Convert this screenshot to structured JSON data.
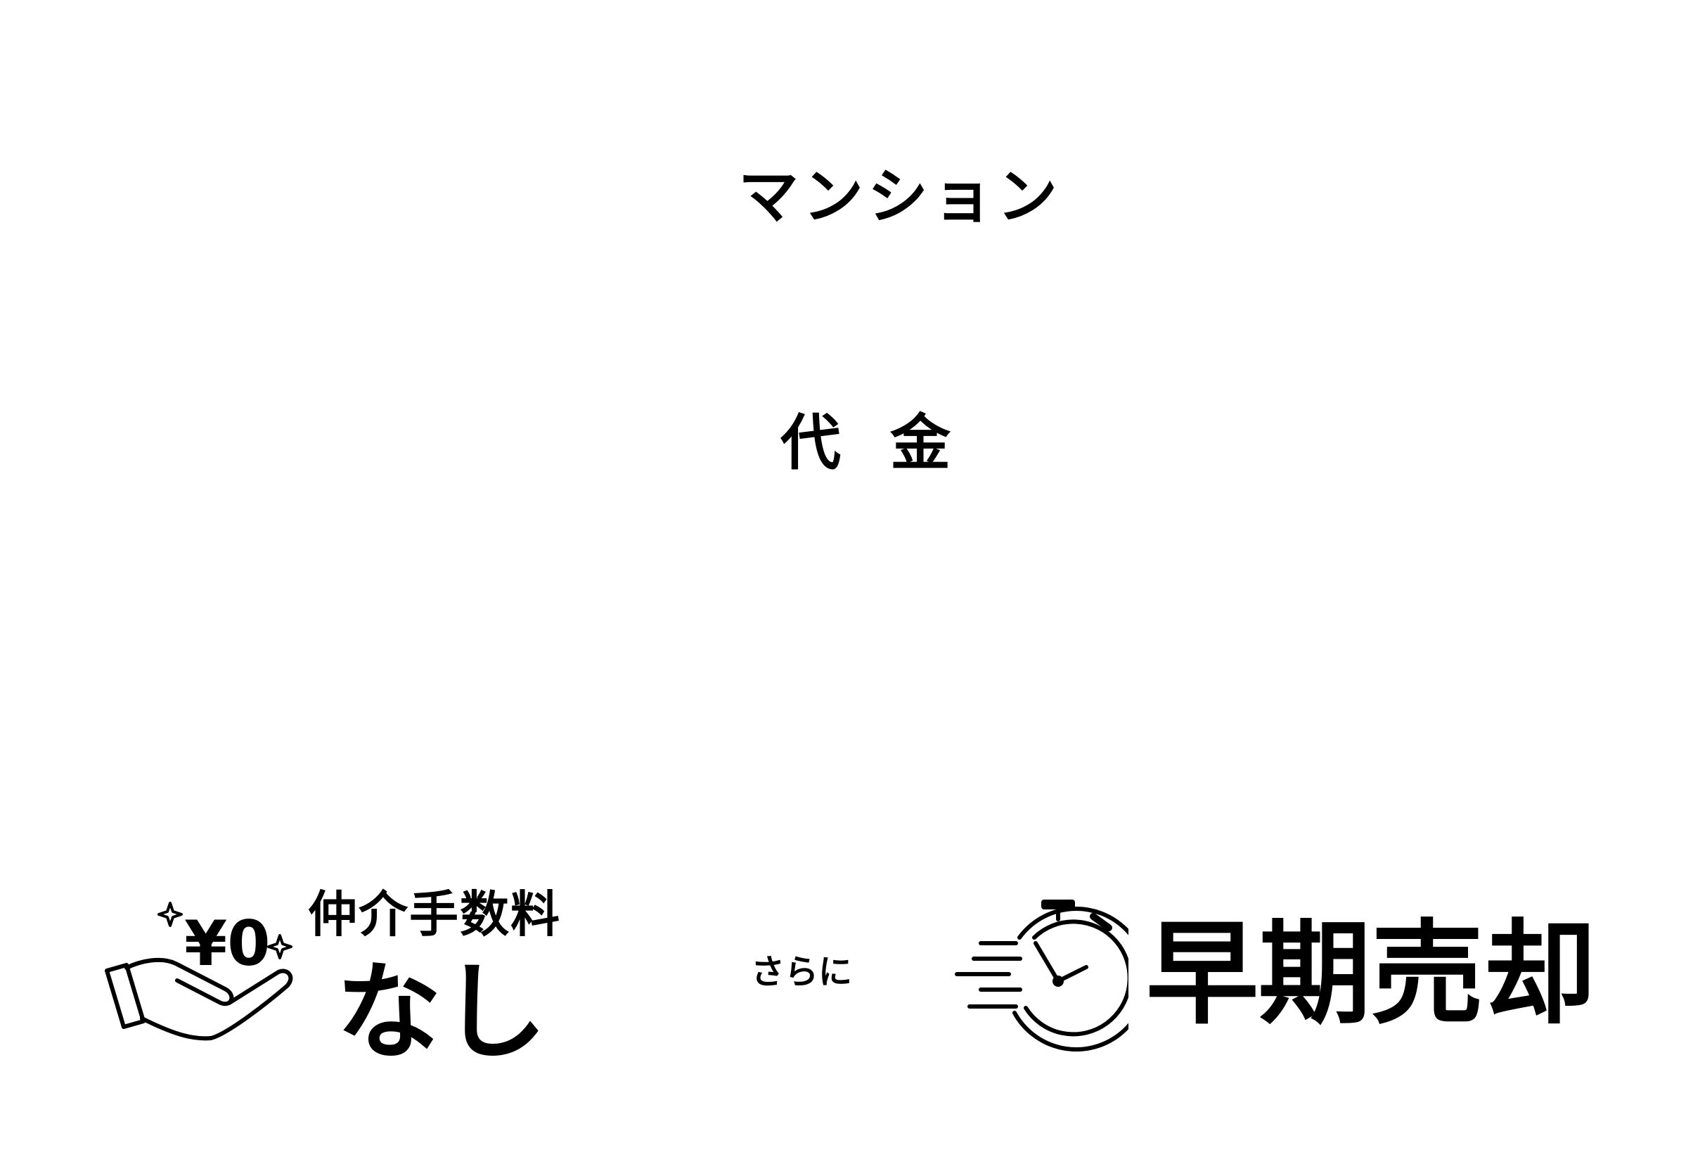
{
  "title": {
    "main": "マンション",
    "sub_left": "代",
    "sub_right": "金"
  },
  "fee": {
    "icon": "hand-yen-zero-icon",
    "icon_text": "¥0",
    "label": "仲介手数料",
    "value": "なし"
  },
  "connector": "さらに",
  "speed": {
    "icon": "stopwatch-speed-icon",
    "label": "早期売却"
  },
  "colors": {
    "background": "#ffffff",
    "ink": "#000000"
  }
}
